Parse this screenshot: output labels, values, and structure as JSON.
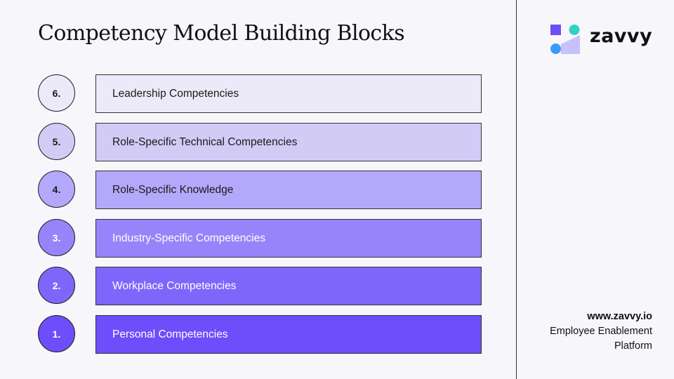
{
  "title": "Competency Model Building Blocks",
  "brand": {
    "name": "zavvy",
    "url": "www.zavvy.io",
    "tagline_line1": "Employee Enablement",
    "tagline_line2": "Platform"
  },
  "blocks": [
    {
      "number": "6.",
      "label": "Leadership Competencies",
      "color": "#eceaf8",
      "text_color": "#1a1a1a"
    },
    {
      "number": "5.",
      "label": "Role-Specific Technical Competencies",
      "color": "#d2cbf6",
      "text_color": "#1a1a1a"
    },
    {
      "number": "4.",
      "label": "Role-Specific Knowledge",
      "color": "#b4a8fa",
      "text_color": "#1a1a1a"
    },
    {
      "number": "3.",
      "label": "Industry-Specific Competencies",
      "color": "#9784fa",
      "text_color": "#ffffff"
    },
    {
      "number": "2.",
      "label": "Workplace Competencies",
      "color": "#7f66fb",
      "text_color": "#ffffff"
    },
    {
      "number": "1.",
      "label": "Personal Competencies",
      "color": "#6e4dfb",
      "text_color": "#ffffff"
    }
  ]
}
